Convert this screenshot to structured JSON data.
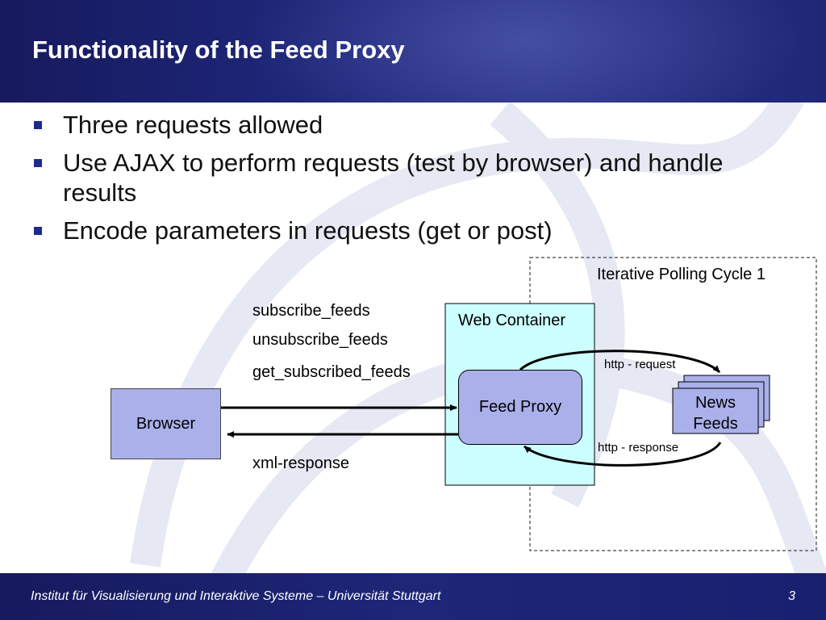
{
  "slide": {
    "title": "Functionality of the Feed Proxy",
    "bullets": [
      "Three requests allowed",
      "Use AJAX to perform requests (test by browser) and handle results",
      "Encode parameters in requests (get or post)"
    ]
  },
  "diagram": {
    "cycle_label": "Iterative Polling Cycle 1",
    "requests": [
      "subscribe_feeds",
      "unsubscribe_feeds",
      "get_subscribed_feeds"
    ],
    "response_label": "xml-response",
    "browser_label": "Browser",
    "container_label": "Web Container",
    "proxy_label": "Feed Proxy",
    "news_label_line1": "News",
    "news_label_line2": "Feeds",
    "http_request_label": "http - request",
    "http_response_label": "http - response"
  },
  "footer": {
    "institute": "Institut für Visualisierung und Interaktive Systeme – Universität Stuttgart",
    "page_number": "3"
  },
  "colors": {
    "header_bg": "#1e2678",
    "bullet_marker": "#1f2a8c",
    "container_fill": "#ccffff",
    "box_fill": "#aab0ea"
  }
}
